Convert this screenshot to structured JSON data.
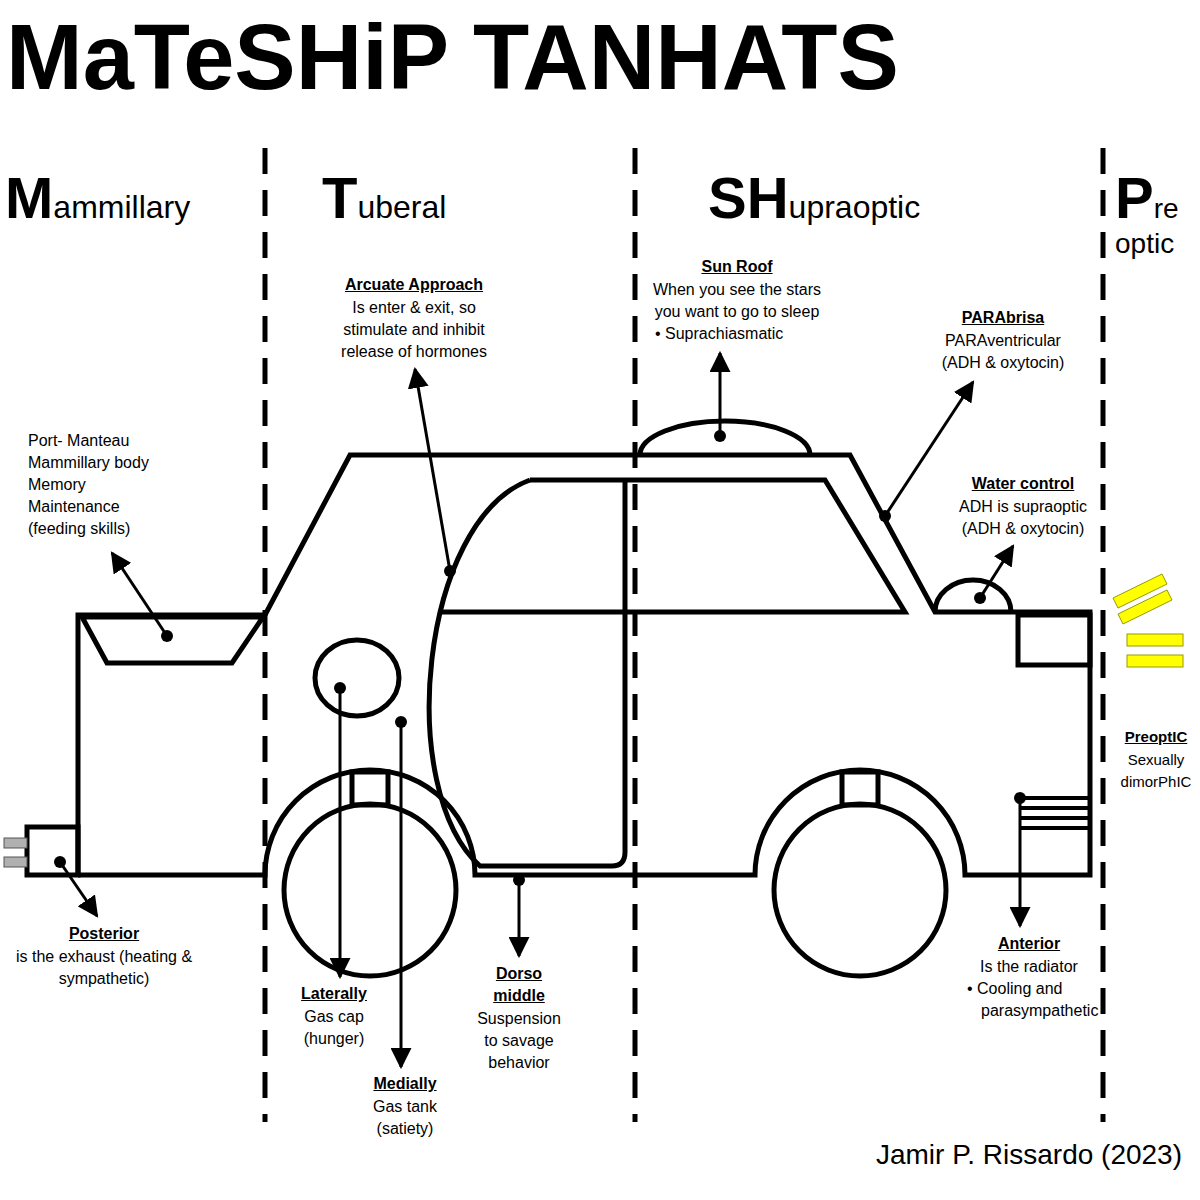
{
  "diagram": {
    "title": "MaTeSHiP TANHATS",
    "caption": "Jamir P. Rissardo (2023)",
    "labels": [
      "M",
      "ammillary",
      "T",
      "uberal",
      "SH",
      "upraoptic",
      "P",
      "re optic",
      "Arcuate Approach",
      "Is enter & exit, so stimulate and inhibit release of hormones",
      "Sun Roof",
      "When you see the stars you want to go to sleep",
      "• Suprachiasmatic",
      "PARAbrisa",
      "PARAventricular (ADH & oxytocin)",
      "Water control",
      "ADH is supraoptic (ADH & oxytocin)",
      "Port- Manteau Mammillary body Memory Maintenance (feeding skills)",
      "PreoptIC",
      "Sexually dimorPhIC",
      "Posterior",
      "is the exhaust (heating & sympathetic)",
      "Laterally",
      "Gas cap (hunger)",
      "Medially",
      "Gas tank (satiety)",
      "Dorso middle",
      "Suspension to savage behavior",
      "Anterior",
      "Is the radiator",
      "• Cooling and parasympathetic"
    ]
  }
}
